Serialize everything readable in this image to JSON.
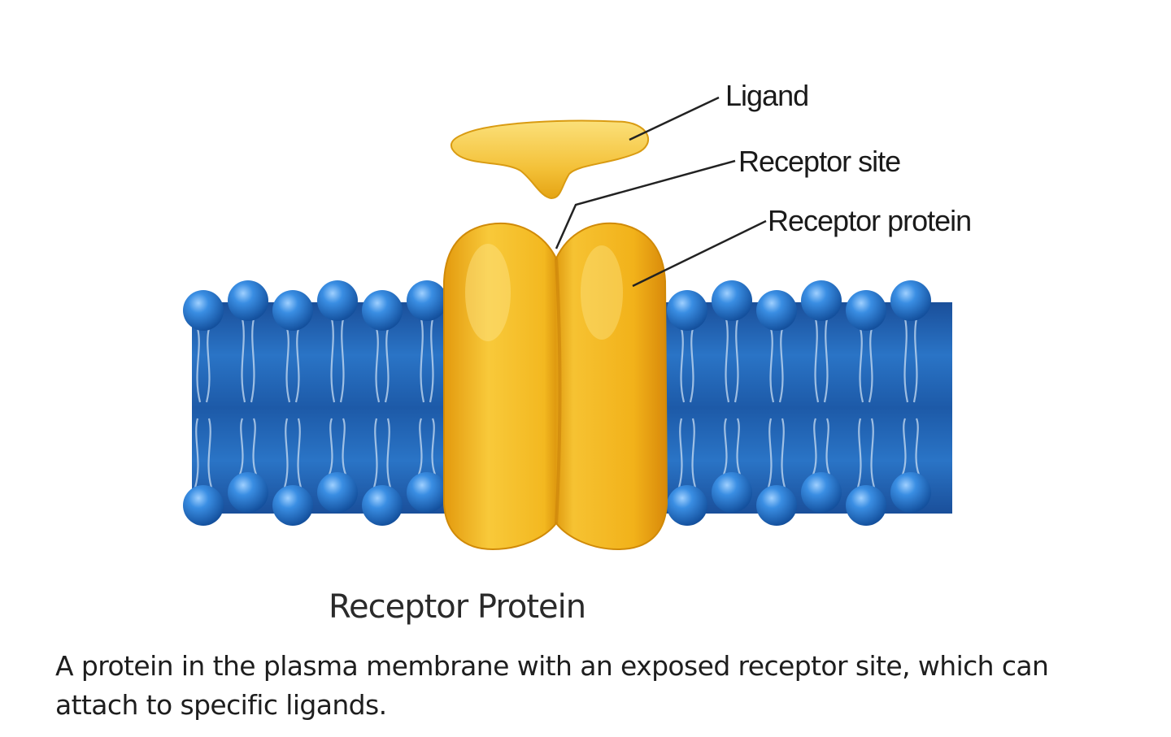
{
  "labels": {
    "ligand": "Ligand",
    "receptor_site": "Receptor site",
    "receptor_protein": "Receptor protein"
  },
  "title": "Receptor Protein",
  "description": "A protein in the plasma membrane with an exposed receptor site, which can attach to specific ligands.",
  "colors": {
    "membrane_blue": "#1f5fae",
    "phospholipid_head": "#2f7fd6",
    "protein_gold": "#f2b21a",
    "ligand_gold": "#f5c63a",
    "line": "#222222"
  }
}
